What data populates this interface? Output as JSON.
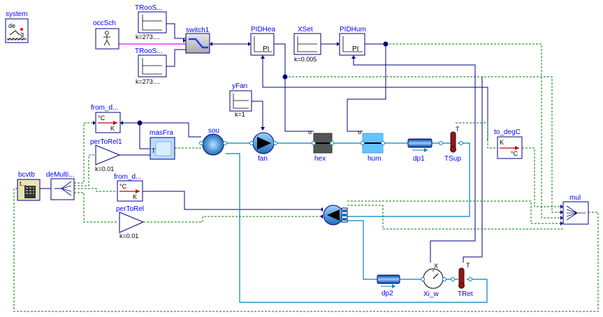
{
  "blocks": {
    "system": "system",
    "system_glyph": "de",
    "occSch": "occSch",
    "TRooSet1": "TRooS...",
    "TRooSet1_param": "k=273....",
    "TRooSet2": "TRooS...",
    "TRooSet2_param": "k=273....",
    "switch1": "switch1",
    "PIDHea": "PIDHea",
    "PIDHea_glyph": "PI",
    "XSet": "XSet",
    "XSet_param": "k=0.005",
    "PIDHum": "PIDHum",
    "PIDHum_glyph": "PI",
    "yFan": "yFan",
    "yFan_param": "k=1",
    "from_degC1": "from_d...",
    "from_degC1_top": "°C",
    "from_degC1_bottom": "K",
    "perToRel1": "perToRel1",
    "perToRel1_param": "k=0.01",
    "masFra": "masFra",
    "masFra_port": "T",
    "sou": "sou",
    "fan": "fan",
    "hex": "hex",
    "hex_port": "u",
    "hum": "hum",
    "hum_port": "u",
    "dp1": "dp1",
    "TSup": "TSup",
    "TSup_port": "T",
    "to_degC": "to_degC",
    "to_degC_top": "K",
    "to_degC_bottom": "°C",
    "bcvtb": "bcvtb",
    "bcvtb_glyph": "t...",
    "deMultiplex": "deMulti...",
    "from_degC2": "from_d...",
    "from_degC2_top": "°C",
    "from_degC2_bottom": "K",
    "perToRel": "perToRel",
    "perToRel_param": "k=0.01",
    "mul": "mul",
    "dp2": "dp2",
    "Xi_w": "Xi_w",
    "Xi_w_port": "X",
    "TRet": "TRet",
    "TRet_port": "T"
  },
  "colors": {
    "signal": "#000080",
    "label": "#0000ff",
    "connector_dashed": "#008000",
    "fluid": "#0080c0",
    "boolean": "#ff00ff",
    "sensor": "#8b1a1a",
    "fan_blue": "#1e6fb8"
  }
}
